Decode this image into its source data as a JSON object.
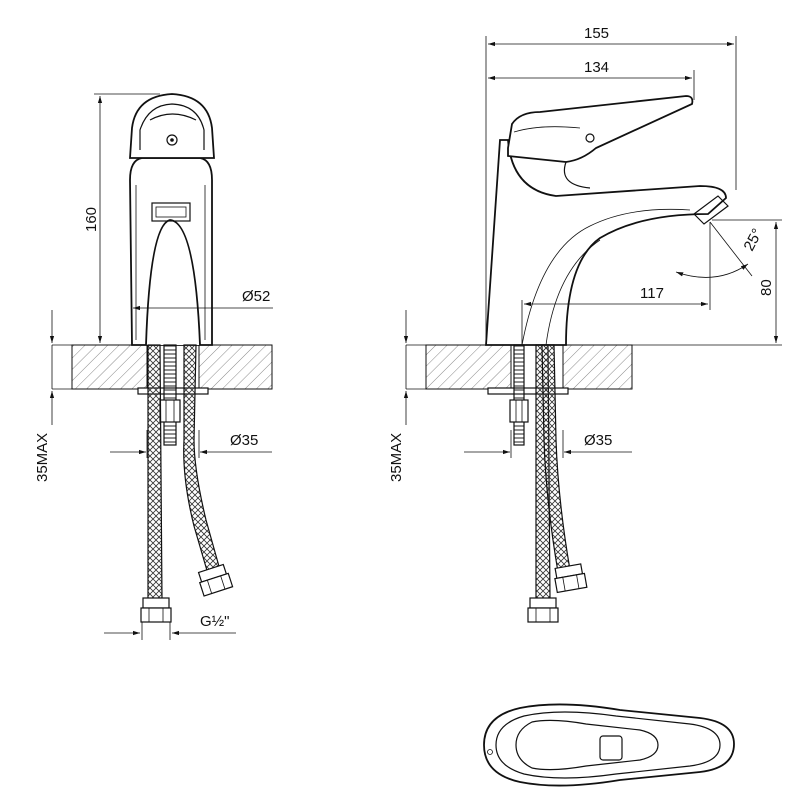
{
  "front_view": {
    "height_label": "160",
    "base_diameter_label": "Ø52",
    "hole_diameter_label": "Ø35",
    "thickness_label": "35MAX",
    "connection_label": "G½\""
  },
  "side_view": {
    "total_length_label": "155",
    "lever_length_label": "134",
    "reach_label": "117",
    "angle_label": "25°",
    "spout_height_label": "80",
    "hole_diameter_label": "Ø35",
    "thickness_label": "35MAX"
  }
}
